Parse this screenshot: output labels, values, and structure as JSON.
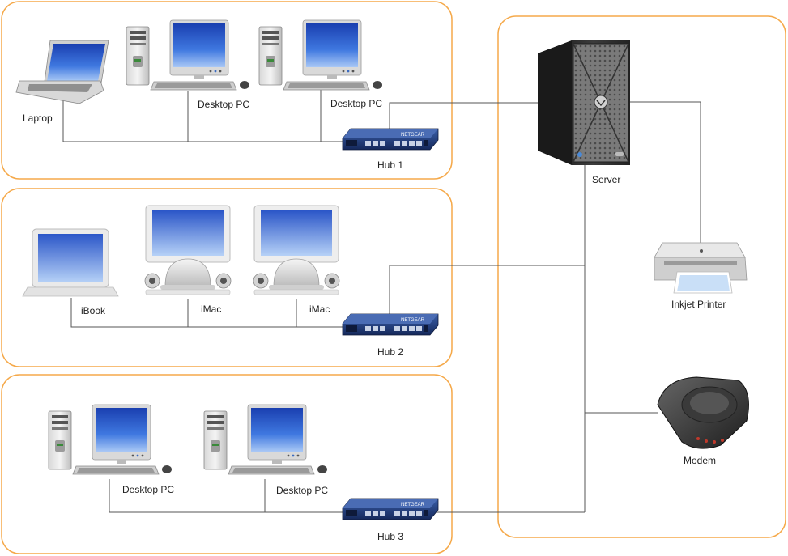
{
  "groups": {
    "group1": {
      "laptop_label": "Laptop",
      "desktop1_label": "Desktop PC",
      "desktop2_label": "Desktop PC",
      "hub_label": "Hub 1"
    },
    "group2": {
      "ibook_label": "iBook",
      "imac1_label": "iMac",
      "imac2_label": "iMac",
      "hub_label": "Hub 2"
    },
    "group3": {
      "desktop1_label": "Desktop PC",
      "desktop2_label": "Desktop PC",
      "hub_label": "Hub 3"
    }
  },
  "server_zone": {
    "server_label": "Server",
    "printer_label": "Inkjet Printer",
    "modem_label": "Modem"
  },
  "device_brand": "NETGEAR",
  "colors": {
    "group_border": "#f5a94a",
    "link_line": "#555555",
    "screen_blue": "#2f5fd0",
    "hub_blue": "#1f3d7a",
    "server_dark": "#2a2a2a"
  }
}
